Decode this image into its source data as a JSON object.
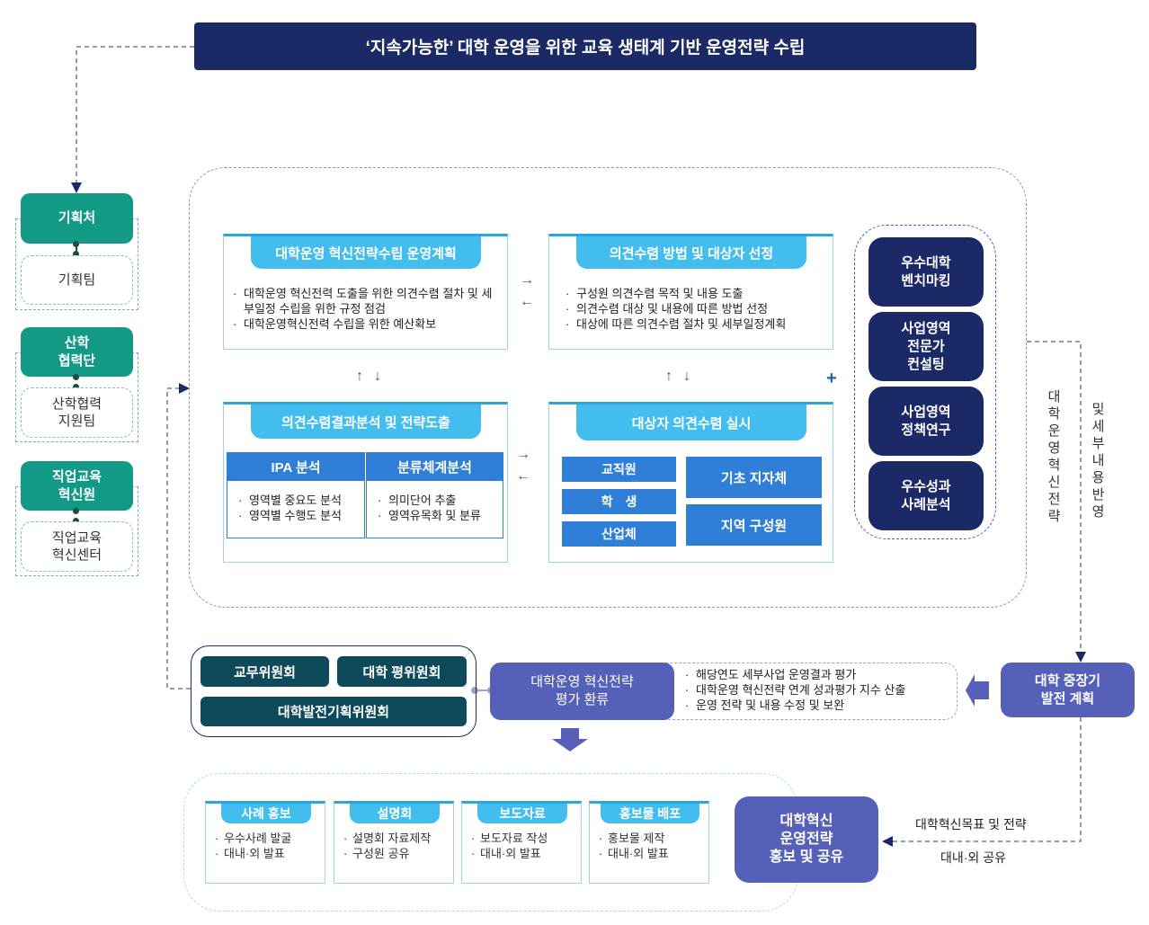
{
  "title": "‘지속가능한’ 대학 운영을 위한 교육 생태계 기반 운영전략 수립",
  "org_units": [
    {
      "top": "기획처",
      "sub": "기획팀"
    },
    {
      "top": "산학\n협력단",
      "sub": "산학협력\n지원팀"
    },
    {
      "top": "직업교육\n혁신원",
      "sub": "직업교육\n혁신센터"
    }
  ],
  "panels": {
    "plan": {
      "title": "대학운영 혁신전략수립 운영계획",
      "bullets": [
        "대학운영 혁신전력 도출을 위한 의견수렴 절차 및 세부일정 수립을 위한 규정 점검",
        "대학운영혁신전력 수립을 위한 예산확보"
      ]
    },
    "method": {
      "title": "의견수렴 방법 및 대상자 선정",
      "bullets": [
        "구성원 의견수렴 목적 및 내용 도출",
        "의견수렴 대상 및 내용에 따른 방법 선정",
        "대상에 따른 의견수렴 절차 및 세부일정계획"
      ]
    },
    "analysis": {
      "title": "의견수렴결과분석 및 전략도출",
      "ipa": {
        "title": "IPA 분석",
        "bullets": [
          "영역별 중요도 분석",
          "영역별 수행도 분석"
        ]
      },
      "taxonomy": {
        "title": "분류체계분석",
        "bullets": [
          "의미단어 추출",
          "영역유목화 및 분류"
        ]
      }
    },
    "survey": {
      "title": "대상자 의견수렴 실시",
      "left_items": [
        "교직원",
        "학　생",
        "산업체"
      ],
      "right_items": [
        "기초 지자체",
        "지역 구성원"
      ]
    }
  },
  "arrows": {
    "right": "→",
    "left": "←",
    "up": "↑",
    "down": "↓",
    "plus": "+"
  },
  "right_boxes": [
    "우수대학\n벤치마킹",
    "사업영역\n전문가\n컨설팅",
    "사업영역\n정책연구",
    "우수성과\n사례분석"
  ],
  "vertical_labels": {
    "left": "대학운영혁신전략",
    "right": "및세부내용반영"
  },
  "committees": {
    "academic": "교무위원회",
    "evaluation": "대학 평위원회",
    "development": "대학발전기획위원회"
  },
  "evaluation": {
    "title": "대학운영 혁신전략\n평가 환류",
    "bullets": [
      "해당연도 세부사업 운영결과 평가",
      "대학운영 혁신전략 연계 성과평가 지수 산출",
      "운영 전략 및 내용 수정 및 보완"
    ]
  },
  "midterm_plan": "대학 중장기\n발전 계획",
  "promotion": {
    "title": "대학혁신\n운영전략\n홍보 및 공유",
    "items": [
      {
        "tab": "사례 홍보",
        "bullets": [
          "우수사례 발굴",
          "대내·외 발표"
        ]
      },
      {
        "tab": "설명회",
        "bullets": [
          "설명회 자료제작",
          "구성원 공유"
        ]
      },
      {
        "tab": "보도자료",
        "bullets": [
          "보도자료 작성",
          "대내·외 발표"
        ]
      },
      {
        "tab": "홍보물 배포",
        "bullets": [
          "홍보물 제작",
          "대내·외 발표"
        ]
      }
    ]
  },
  "share_labels": {
    "goal": "대학혁신목표 및 전략",
    "share": "대내·외 공유"
  },
  "colors": {
    "navy": "#1b2a66",
    "teal": "#129a86",
    "sky": "#43bdee",
    "blue": "#2f7fd8",
    "purple": "#5561b8"
  }
}
